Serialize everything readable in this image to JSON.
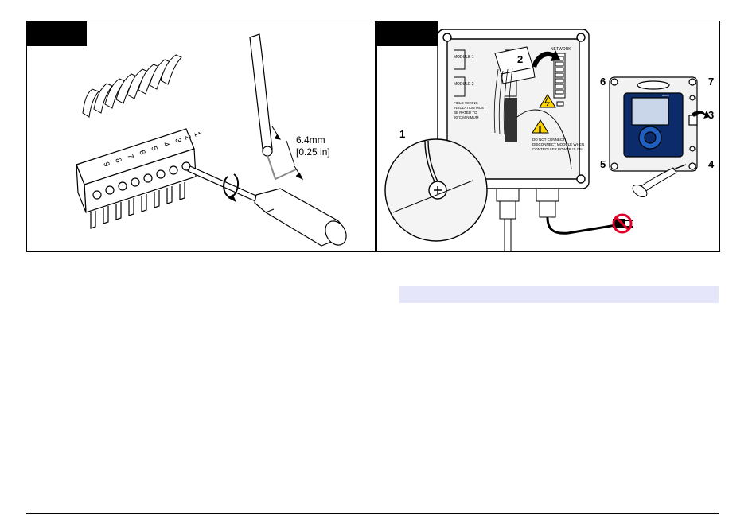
{
  "left_panel": {
    "strip_dimension_mm": "6.4mm",
    "strip_dimension_in": "[0.25 in]",
    "terminal_numbers": [
      "1",
      "2",
      "3",
      "4",
      "5",
      "6",
      "7",
      "8",
      "9"
    ]
  },
  "right_panel": {
    "module_1_label": "MODULE 1",
    "module_2_label": "MODULE 2",
    "network_label": "NETWORK",
    "field_wiring_note": [
      "FIELD WIRING",
      "INSULATION MUST",
      "BE RATED TO",
      "80°C MINIMUM"
    ],
    "warning_note": [
      "DO NOT CONNECT!",
      "DISCONNECT MODULE WHEN",
      "CONTROLLER POWER IS ON"
    ],
    "callouts": [
      "1",
      "2",
      "3",
      "4",
      "5",
      "6",
      "7"
    ],
    "device_badge": "HACH"
  }
}
